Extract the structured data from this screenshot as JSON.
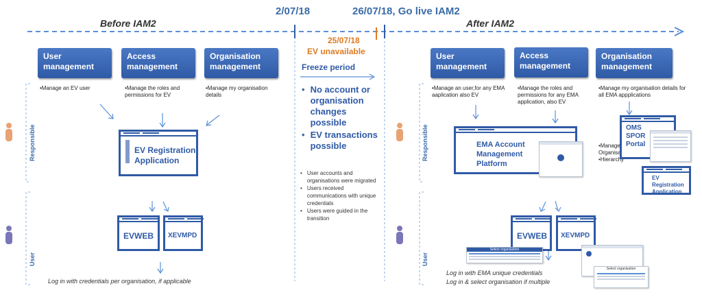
{
  "timeline": {
    "before_label": "Before IAM2",
    "after_label": "After IAM2",
    "date_start": "2/07/18",
    "date_golive": "26/07/18, Go live IAM2",
    "date_ev": "25/07/18",
    "ev_unavailable": "EV unavailable",
    "freeze_period": "Freeze period"
  },
  "freeze_bullets_main": [
    "No account or organisation changes possible",
    "EV transactions possible"
  ],
  "freeze_bullets_sub": [
    "User accounts and organisations were migrated",
    "Users received communications with unique credentials",
    "Users were guided in the transition"
  ],
  "before": {
    "box_user": "User management",
    "box_access": "Access management",
    "box_org": "Organisation management",
    "desc_user": "•Manage an EV user",
    "desc_access": "•Manage the roles and permissions for EV",
    "desc_org": "•Manage my organisation details",
    "app_main": "EV Registration Application",
    "app_evweb": "EVWEB",
    "app_xevmpd": "XEVMPD",
    "note": "Log in with credentials per organisation, if applicable"
  },
  "after": {
    "box_user": "User management",
    "box_access": "Access management",
    "box_org": "Organisation management",
    "desc_user": "•Manage an user,for any EMA aaplication also EV",
    "desc_access": "•Manage the roles and permissions for any EMA application, also EV",
    "desc_org": "•Manage my organisation details for all EMA appplications",
    "app_main": "EMA Account Management Platform",
    "app_oms": "OMS SPOR Portal",
    "app_evreg": "EV Registration Application",
    "partial_text": "•Manage\nOrganisat\n•Hierarchy",
    "app_evweb": "EVWEB",
    "app_xevmpd": "XEVMPD",
    "select_org": "Select organisation",
    "note1": "Log in with EMA unique credentials",
    "note2": "Log in & select organisation if multiple"
  },
  "side_labels": {
    "responsible": "Responsible",
    "user": "User"
  },
  "colors": {
    "primary": "#2f5aa6",
    "accent": "#e07b22",
    "dash": "#5b8fd6"
  }
}
